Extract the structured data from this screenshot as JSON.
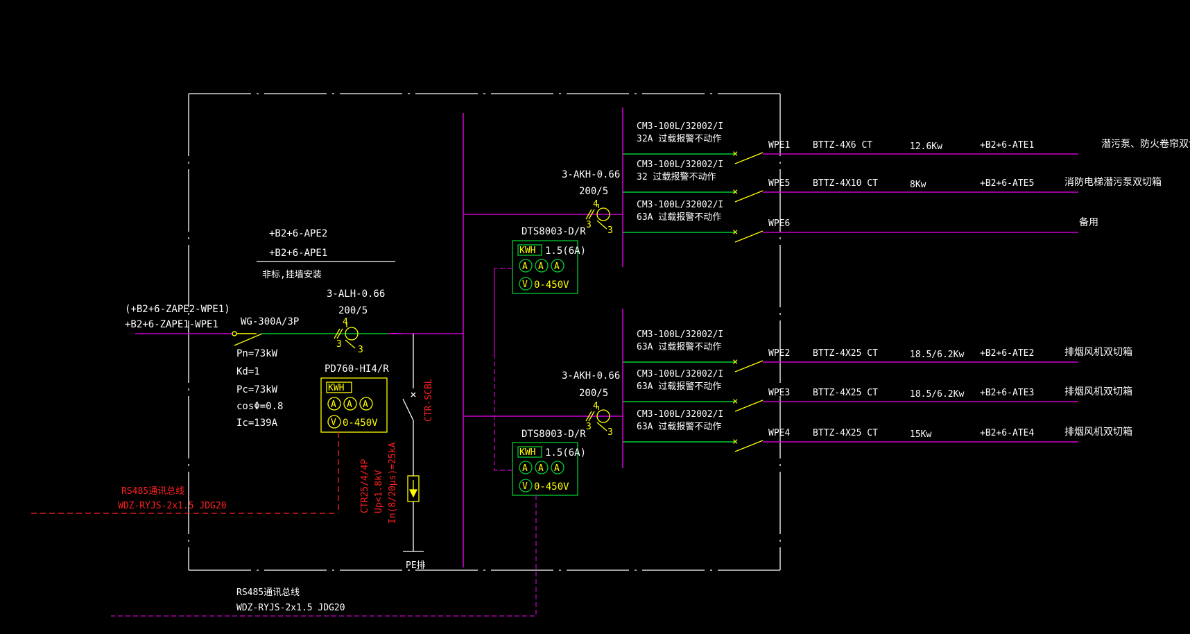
{
  "colors": {
    "background": "#000000",
    "frame": "#ffffff",
    "busbar": "#cc00cc",
    "red": "#ff2020",
    "yellow": "#ffff00",
    "green": "#00cc33"
  },
  "incoming": {
    "source_alt": "(+B2+6-ZAPE2-WPE1)",
    "source": "+B2+6-ZAPE1-WPE1",
    "breaker": "WG-300A/3P",
    "params": [
      "Pn=73kW",
      "Kd=1",
      "Pc=73kW",
      "cosΦ=0.8",
      "Ic=139A"
    ],
    "ct_model": "3-ALH-0.66",
    "ct_ratio": "200/5",
    "ct_num_top": "4",
    "ct_num_left": "3",
    "ct_num_bottom": "3"
  },
  "panel": {
    "name_1": "+B2+6-APE2",
    "name_2": "+B2+6-APE1",
    "mounting": "非标,挂墙安装"
  },
  "meter_main": {
    "model": "PD760-HI4/R",
    "kwh": "KWH",
    "amp": "A",
    "volt": "V",
    "range": "0-450V"
  },
  "spd": {
    "switch": "CTR-SCBL",
    "model": "CTR25/4/4P",
    "up": "Up<1.8kV",
    "in": "In(8/20μs)=25kA",
    "pe": "PE排"
  },
  "rs485_left": {
    "line1": "RS485通讯总线",
    "line2": "WDZ-RYJS-2x1.5  JDG20"
  },
  "rs485_bottom": {
    "line1": "RS485通讯总线",
    "line2": "WDZ-RYJS-2x1.5  JDG20"
  },
  "group_top": {
    "ct_model": "3-AKH-0.66",
    "ct_ratio": "200/5",
    "ct_num_top": "4",
    "ct_num_left": "3",
    "ct_num_bottom": "3",
    "meter_model": "DTS8003-D/R",
    "meter_kwh": "KWH",
    "meter_class": "1.5(6A)",
    "meter_amp": "A",
    "meter_volt": "V",
    "meter_range": "0-450V",
    "circuits": [
      {
        "breaker": "CM3-100L/32002/I",
        "spec": "32A 过载报警不动作",
        "id": "WPE1",
        "cable": "BTTZ-4X6  CT",
        "power": "12.6Kw",
        "dest": "+B2+6-ATE1",
        "desc": "潜污泵、防火卷帘双切箱"
      },
      {
        "breaker": "CM3-100L/32002/I",
        "spec": "32 过载报警不动作",
        "id": "WPE5",
        "cable": "BTTZ-4X10  CT",
        "power": "8Kw",
        "dest": "+B2+6-ATE5",
        "desc": "消防电梯潜污泵双切箱"
      },
      {
        "breaker": "CM3-100L/32002/I",
        "spec": "63A 过载报警不动作",
        "id": "WPE6",
        "cable": "",
        "power": "",
        "dest": "",
        "desc": "备用"
      }
    ]
  },
  "group_bottom": {
    "ct_model": "3-AKH-0.66",
    "ct_ratio": "200/5",
    "ct_num_top": "4",
    "ct_num_left": "3",
    "ct_num_bottom": "3",
    "meter_model": "DTS8003-D/R",
    "meter_kwh": "KWH",
    "meter_class": "1.5(6A)",
    "meter_amp": "A",
    "meter_volt": "V",
    "meter_range": "0-450V",
    "circuits": [
      {
        "breaker": "CM3-100L/32002/I",
        "spec": "63A 过载报警不动作",
        "id": "WPE2",
        "cable": "BTTZ-4X25  CT",
        "power": "18.5/6.2Kw",
        "dest": "+B2+6-ATE2",
        "desc": "排烟风机双切箱"
      },
      {
        "breaker": "CM3-100L/32002/I",
        "spec": "63A 过载报警不动作",
        "id": "WPE3",
        "cable": "BTTZ-4X25  CT",
        "power": "18.5/6.2Kw",
        "dest": "+B2+6-ATE3",
        "desc": "排烟风机双切箱"
      },
      {
        "breaker": "CM3-100L/32002/I",
        "spec": "63A 过载报警不动作",
        "id": "WPE4",
        "cable": "BTTZ-4X25  CT",
        "power": "15Kw",
        "dest": "+B2+6-ATE4",
        "desc": "排烟风机双切箱"
      }
    ]
  }
}
